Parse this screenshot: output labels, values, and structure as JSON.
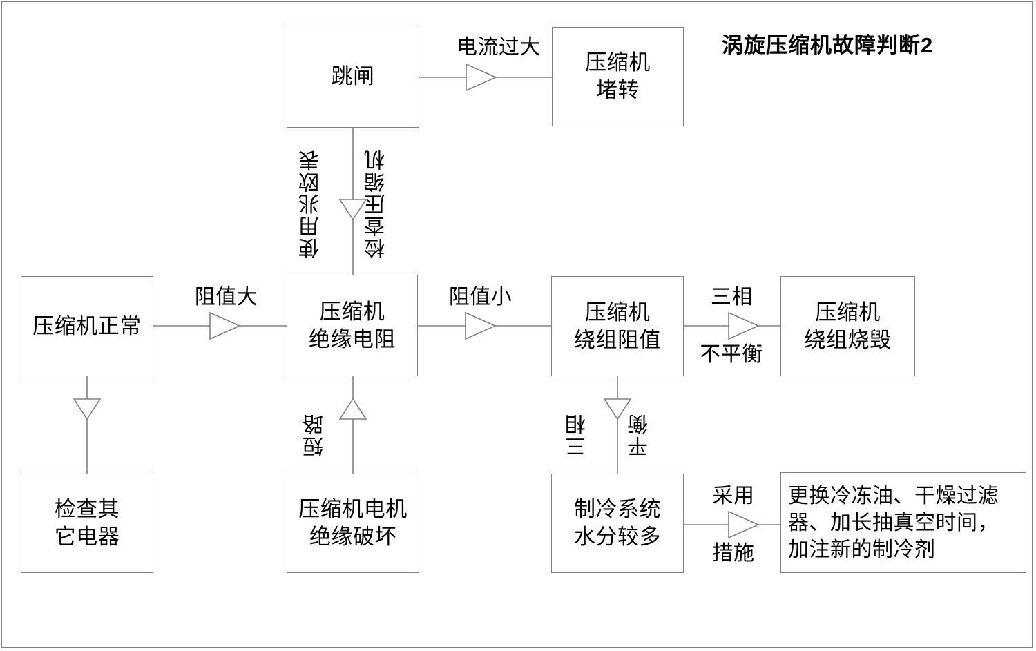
{
  "title": "涡旋压缩机故障判断2",
  "theme": {
    "stroke": "#808080",
    "text": "#000000",
    "background": "#ffffff"
  },
  "nodes": {
    "trip": {
      "label": "跳闸"
    },
    "locked_rotor": {
      "label": "压缩机\n堵转"
    },
    "compressor_ok": {
      "label": "压缩机正常"
    },
    "insulation_resistance": {
      "label": "压缩机\n绝缘电阻"
    },
    "winding_resistance": {
      "label": "压缩机\n绕组阻值"
    },
    "winding_burnt": {
      "label": "压缩机\n绕组烧毁"
    },
    "check_other": {
      "label": "检查其\n它电器"
    },
    "motor_insulation_broken": {
      "label": "压缩机电机\n绝缘破坏"
    },
    "system_moisture": {
      "label": "制冷系统\n水分较多"
    },
    "measures": {
      "label": "更换冷冻油、干燥过滤\n器、加长抽真空时间，\n加注新的制冷剂"
    }
  },
  "edge_labels": {
    "overcurrent": "电流过大",
    "use_megohmmeter": "使用兆欧表",
    "check_compressor": "检查压缩机",
    "resistance_high": "阻值大",
    "resistance_low": "阻值小",
    "three_phase": "三相",
    "unbalanced": "不平衡",
    "three_phase_2": "三相",
    "balanced": "平衡",
    "short_circuit": "短路",
    "adopt": "采用",
    "measure": "措施"
  }
}
